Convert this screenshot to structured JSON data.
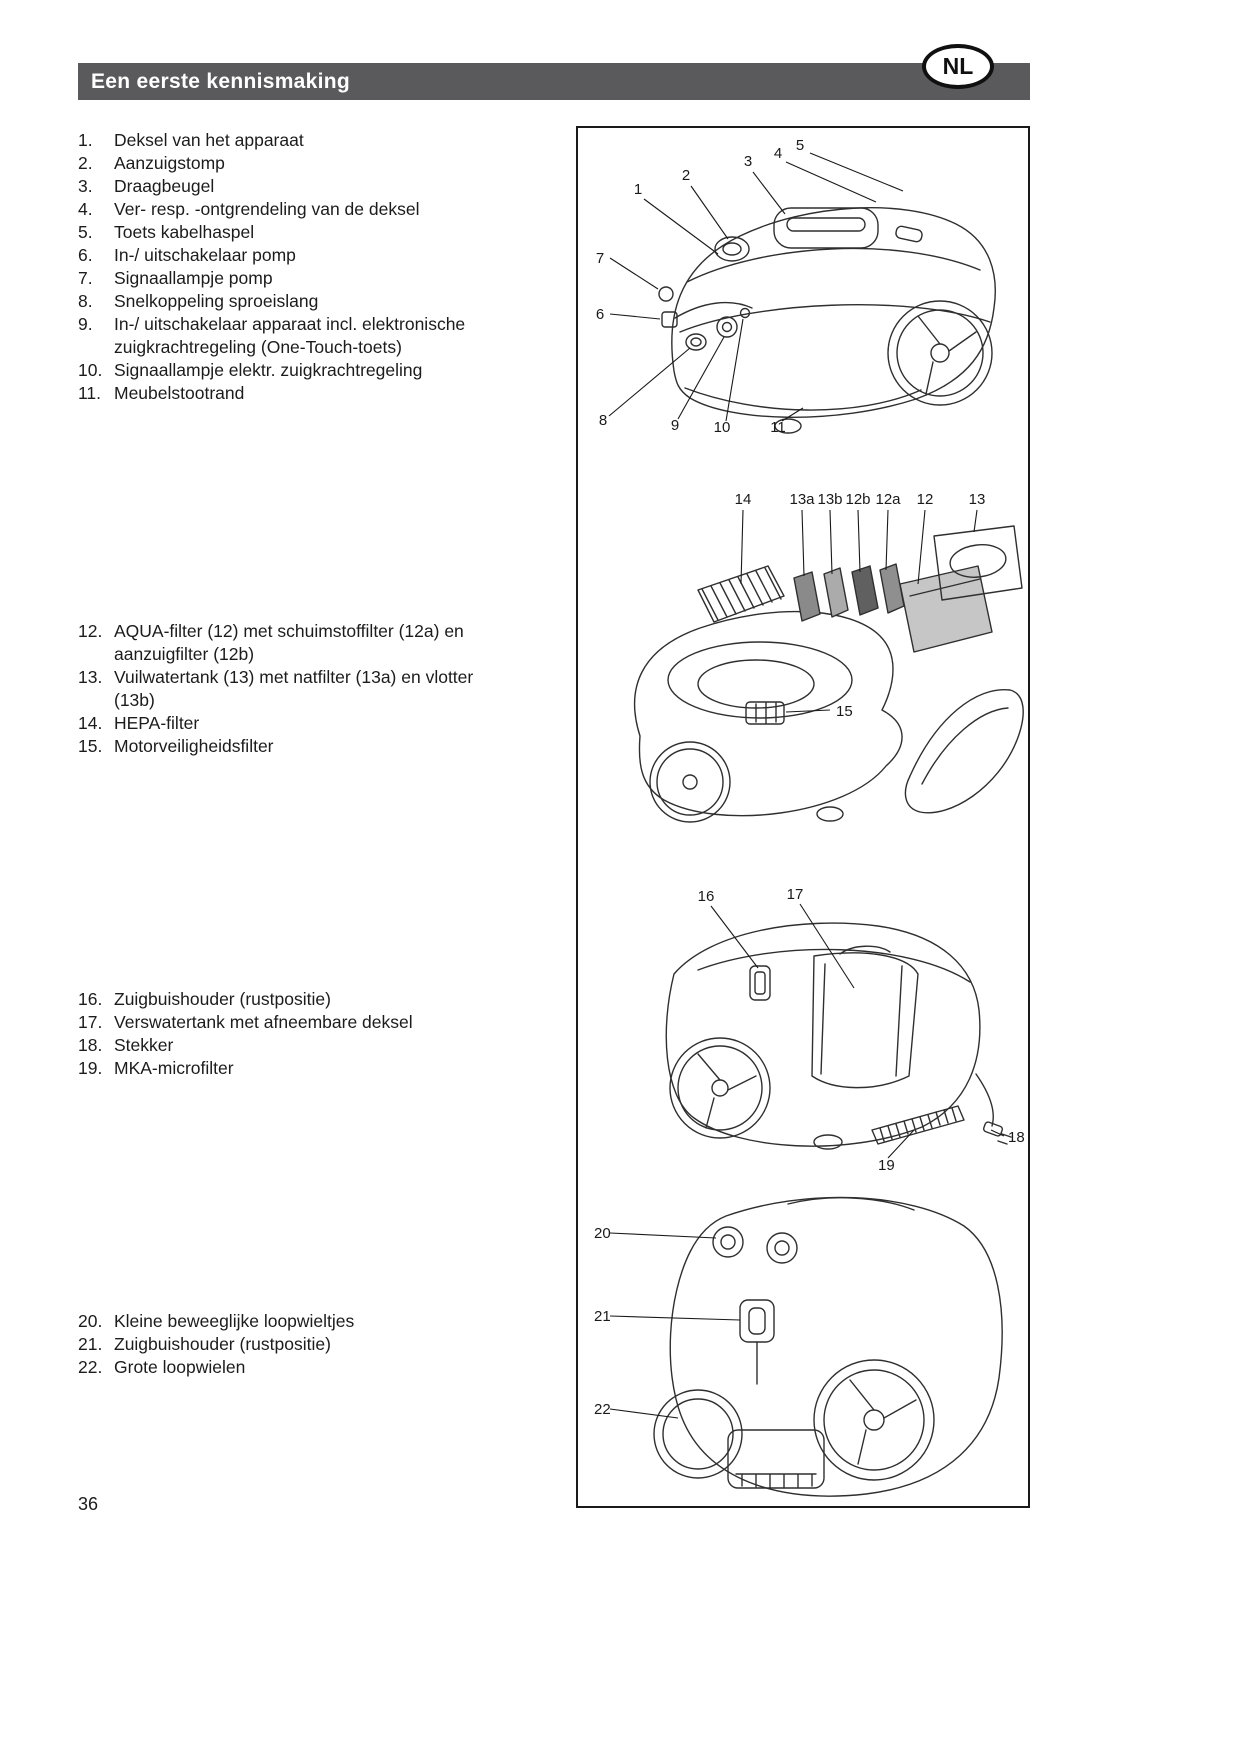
{
  "header": {
    "title": "Een eerste kennismaking",
    "language_badge": "NL"
  },
  "page_number": "36",
  "parts_list": {
    "groups": [
      {
        "items": [
          {
            "num": "1.",
            "text": "Deksel van het apparaat"
          },
          {
            "num": "2.",
            "text": "Aanzuigstomp"
          },
          {
            "num": "3.",
            "text": "Draagbeugel"
          },
          {
            "num": "4.",
            "text": "Ver- resp. -ontgrendeling van de deksel"
          },
          {
            "num": "5.",
            "text": "Toets kabelhaspel"
          },
          {
            "num": "6.",
            "text": "In-/ uitschakelaar pomp"
          },
          {
            "num": "7.",
            "text": "Signaallampje pomp"
          },
          {
            "num": "8.",
            "text": "Snelkoppeling sproeislang"
          },
          {
            "num": "9.",
            "text": "In-/ uitschakelaar apparaat incl. elektronische zuigkrachtregeling (One-Touch-toets)"
          },
          {
            "num": "10.",
            "text": "Signaallampje elektr. zuigkrachtregeling"
          },
          {
            "num": "11.",
            "text": "Meubelstootrand"
          }
        ]
      },
      {
        "items": [
          {
            "num": "12.",
            "text": "AQUA-filter (12) met schuimstoffilter (12a) en aanzuigfilter (12b)"
          },
          {
            "num": "13.",
            "text": "Vuilwatertank (13) met natfilter (13a) en vlotter (13b)"
          },
          {
            "num": "14.",
            "text": "HEPA-filter"
          },
          {
            "num": "15.",
            "text": "Motorveiligheidsfilter"
          }
        ]
      },
      {
        "items": [
          {
            "num": "16.",
            "text": "Zuigbuishouder (rustpositie)"
          },
          {
            "num": "17.",
            "text": "Verswatertank met afneembare deksel"
          },
          {
            "num": "18.",
            "text": "Stekker"
          },
          {
            "num": "19.",
            "text": "MKA-microfilter"
          }
        ]
      },
      {
        "items": [
          {
            "num": "20.",
            "text": "Kleine beweeglijke loopwieltjes"
          },
          {
            "num": "21.",
            "text": "Zuigbuishouder (rustpositie)"
          },
          {
            "num": "22.",
            "text": "Grote loopwielen"
          }
        ]
      }
    ]
  },
  "figures": {
    "fig1": {
      "callouts": [
        "1",
        "2",
        "3",
        "4",
        "5",
        "6",
        "7",
        "8",
        "9",
        "10",
        "11"
      ]
    },
    "fig2": {
      "callouts": [
        "14",
        "13a",
        "13b",
        "12b",
        "12a",
        "12",
        "13",
        "15"
      ]
    },
    "fig3": {
      "callouts": [
        "16",
        "17",
        "18",
        "19"
      ]
    },
    "fig4": {
      "callouts": [
        "20",
        "21",
        "22"
      ]
    }
  }
}
